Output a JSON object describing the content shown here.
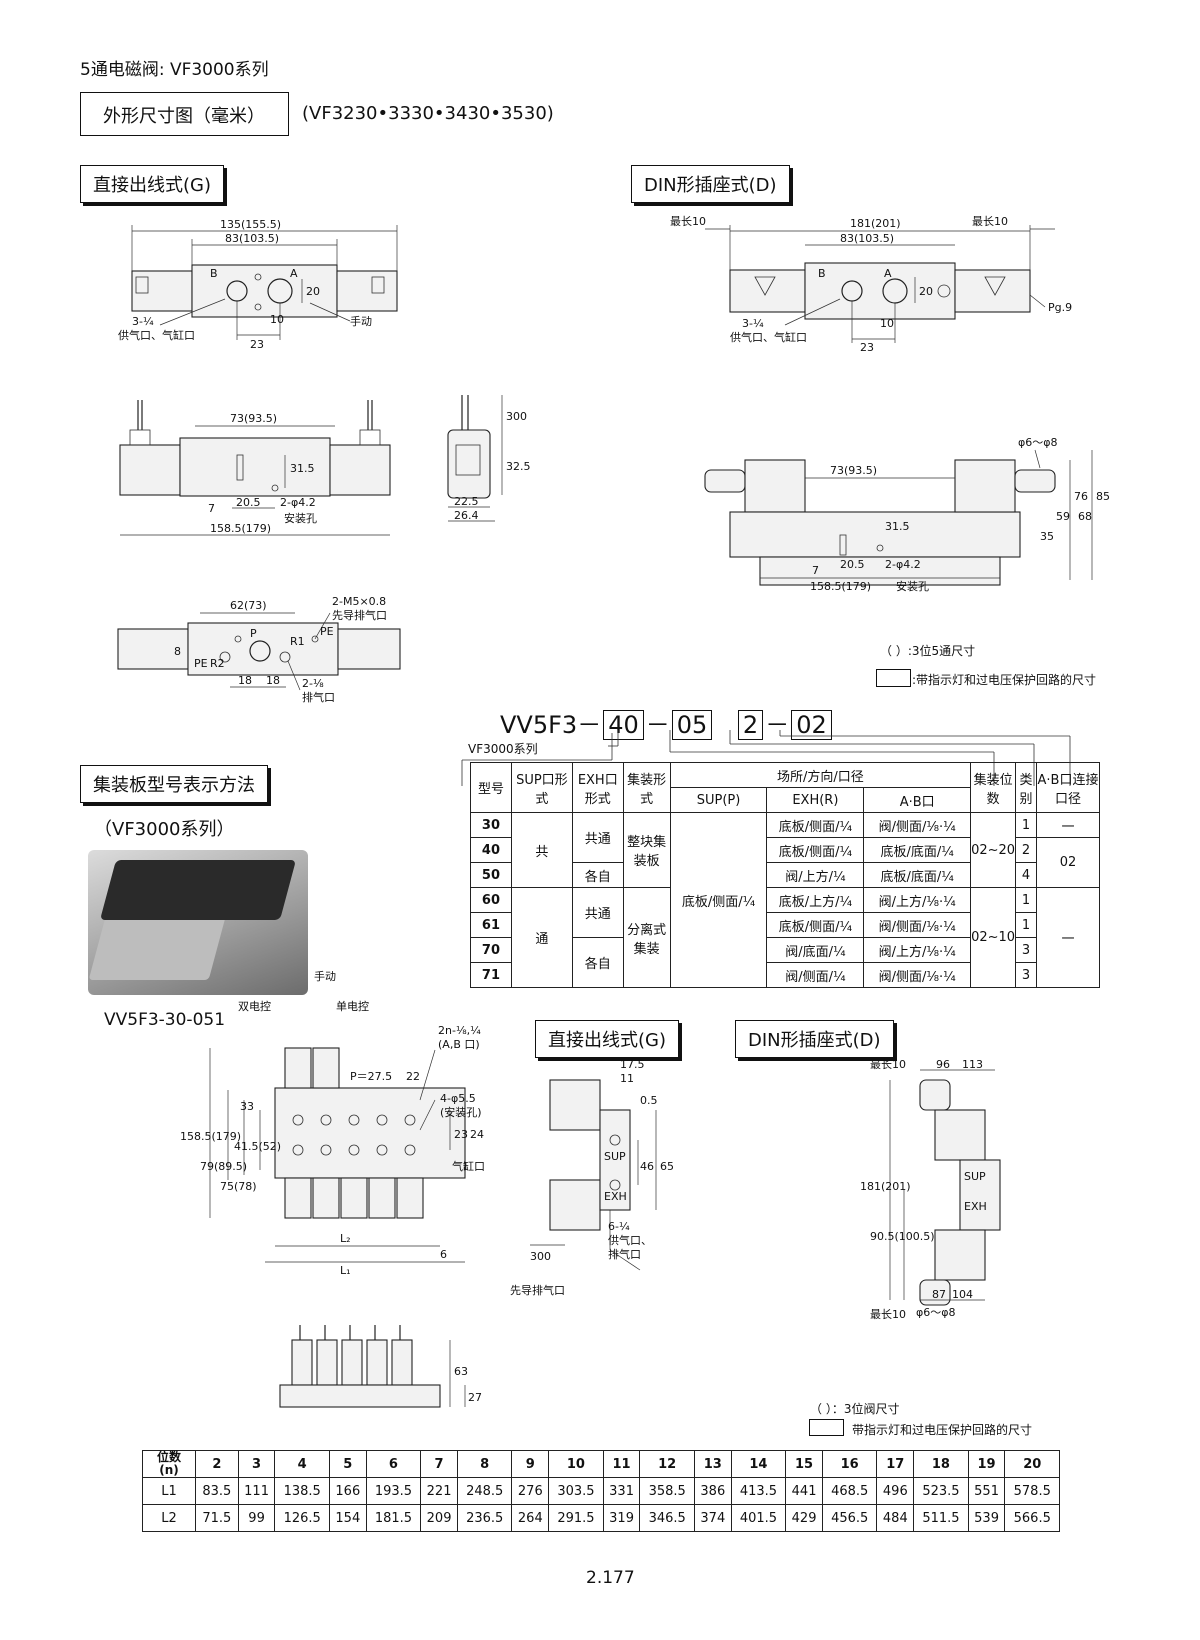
{
  "title": "5通电磁阀: VF3000系列",
  "section_box": "外形尺寸图（毫米）",
  "models": "(VF3230•3330•3430•3530)",
  "header_g": "直接出线式(G)",
  "header_d": "DIN形插座式(D)",
  "header_manifold": "集装板型号表示方法",
  "manifold_series": "（VF3000系列）",
  "photo_model": "VV5F3-30-051",
  "header_g2": "直接出线式(G)",
  "header_d2": "DIN形插座式(D)",
  "note_paren_1": "（   ）:3位5通尺寸",
  "note_box_1": ":带指示灯和过电压保护回路的尺寸",
  "note_paren_2": "（   ）：3位阀尺寸",
  "note_box_2": "带指示灯和过电压保护回路的尺寸",
  "page_number": "2.177",
  "drawing_labels": {
    "g_top": {
      "d1": "135(155.5)",
      "d2": "83(103.5)",
      "b": "B",
      "a": "A",
      "d20": "20",
      "d10": "10",
      "d23": "23",
      "port": "3-¼",
      "port_desc": "供气口、气缸口",
      "manual": "手动"
    },
    "g_front": {
      "d1": "73(93.5)",
      "d2": "31.5",
      "d3": "20.5",
      "d4": "2-φ4.2",
      "d5": "7",
      "d6": "158.5(179)",
      "mount": "安装孔"
    },
    "g_side": {
      "d1": "300",
      "d2": "32.5",
      "d3": "22.5",
      "d4": "26.4"
    },
    "g_bottom": {
      "d1": "62(73)",
      "m5": "2-M5×0.8",
      "pilot": "先导排气口",
      "pe": "PE",
      "p": "P",
      "r1": "R1",
      "r2": "R2",
      "pe2": "PE",
      "d8": "8",
      "d18a": "18",
      "d18b": "18",
      "ex": "2-⅛",
      "ex_desc": "排气口"
    },
    "d_top": {
      "max_l": "最长10",
      "max_r": "最长10",
      "d1": "181(201)",
      "d2": "83(103.5)",
      "b": "B",
      "a": "A",
      "d20": "20",
      "d10": "10",
      "d23": "23",
      "pg": "Pg.9",
      "port": "3-¼",
      "port_desc": "供气口、气缸口"
    },
    "d_front": {
      "phi": "φ6～φ8",
      "d1": "73(93.5)",
      "d2": "31.5",
      "d3": "20.5",
      "d4": "2-φ4.2",
      "d5": "7",
      "d6": "158.5(179)",
      "mount": "安装孔",
      "d35": "35",
      "d59": "59",
      "d76": "76",
      "d68": "68",
      "d85": "85"
    },
    "m_top": {
      "double": "双电控",
      "manual": "手动",
      "single": "单电控",
      "ports": "2n-⅛,¼",
      "ports2": "(A,B 口)",
      "pitch": "P＝27.5",
      "d22": "22",
      "holes": "4-φ5.5",
      "holes2": "(安装孔)",
      "d33": "33",
      "d23": "23",
      "d24": "24",
      "cyl": "气缸口",
      "h1": "158.5(179)",
      "h2": "79(89.5)",
      "h3": "75(78)",
      "h4": "41.5(52)",
      "l2": "L₂",
      "l1": "L₁",
      "d6": "6"
    },
    "m_side_g": {
      "d175": "17.5",
      "d11": "11",
      "d05": "0.5",
      "d46": "46",
      "d65": "65",
      "d300": "300",
      "ports": "6-¼",
      "port_desc1": "供气口、",
      "port_desc2": "排气口",
      "pilot": "先导排气口",
      "sup": "SUP",
      "exh": "EXH"
    },
    "m_side_d": {
      "max1": "最长10",
      "d96": "96",
      "d113": "113",
      "h181": "181(201)",
      "h90": "90.5(100.5)",
      "d87": "87",
      "d104": "104",
      "max2": "最长10",
      "phi": "φ6～φ8",
      "sup": "SUP",
      "exh": "EXH"
    },
    "m_front": {
      "d63": "63",
      "d27": "27"
    }
  },
  "order_code": {
    "prefix": "VV5F3",
    "sep": "－",
    "c1": "40",
    "c2": "05",
    "c3": "2",
    "c4": "02",
    "series_label": "VF3000系列"
  },
  "manifold_table": {
    "headers": {
      "type": "型号",
      "sup": "SUP口形式",
      "exh": "EXH口形式",
      "mount": "集装形式",
      "location": "场所/方向/口径",
      "sup_p": "SUP(P)",
      "exh_r": "EXH(R)",
      "ab": "A·B口",
      "stations": "集装位数",
      "kind": "类别",
      "ab_conn": "A·B口连接口径"
    },
    "rows": [
      {
        "type": "30",
        "exh_r": "底板/侧面/¼",
        "ab": "阀/侧面/⅛·¼",
        "kind": "1"
      },
      {
        "type": "40",
        "exh_r": "底板/侧面/¼",
        "ab": "底板/底面/¼",
        "kind": "2"
      },
      {
        "type": "50",
        "exh_r": "阀/上方/¼",
        "ab": "底板/底面/¼",
        "kind": "4"
      },
      {
        "type": "60",
        "exh_r": "底板/上方/¼",
        "ab": "阀/上方/⅛·¼",
        "kind": "1"
      },
      {
        "type": "61",
        "exh_r": "底板/侧面/¼",
        "ab": "阀/侧面/⅛·¼",
        "kind": "1"
      },
      {
        "type": "70",
        "exh_r": "阀/底面/¼",
        "ab": "阀/上方/⅛·¼",
        "kind": "3"
      },
      {
        "type": "71",
        "exh_r": "阀/侧面/¼",
        "ab": "阀/侧面/⅛·¼",
        "kind": "3"
      }
    ],
    "sup_common_top": "共",
    "sup_common_bottom": "通",
    "exh_common_1": "共通",
    "exh_separate_1": "各自",
    "exh_common_2": "共通",
    "exh_separate_2": "各自",
    "mount_block": "整块集装板",
    "mount_split": "分离式集装",
    "sup_p_all": "底板/侧面/¼",
    "stations_a": "02~20",
    "stations_b": "02~10",
    "ab_conn_1": "一",
    "ab_conn_2": "02",
    "ab_conn_3": "一"
  },
  "dimension_table": {
    "row_label_n": "位数\n(n)",
    "row_label_l1": "L1",
    "row_label_l2": "L2",
    "n": [
      "2",
      "3",
      "4",
      "5",
      "6",
      "7",
      "8",
      "9",
      "10",
      "11",
      "12",
      "13",
      "14",
      "15",
      "16",
      "17",
      "18",
      "19",
      "20"
    ],
    "L1": [
      "83.5",
      "111",
      "138.5",
      "166",
      "193.5",
      "221",
      "248.5",
      "276",
      "303.5",
      "331",
      "358.5",
      "386",
      "413.5",
      "441",
      "468.5",
      "496",
      "523.5",
      "551",
      "578.5"
    ],
    "L2": [
      "71.5",
      "99",
      "126.5",
      "154",
      "181.5",
      "209",
      "236.5",
      "264",
      "291.5",
      "319",
      "346.5",
      "374",
      "401.5",
      "429",
      "456.5",
      "484",
      "511.5",
      "539",
      "566.5"
    ]
  }
}
